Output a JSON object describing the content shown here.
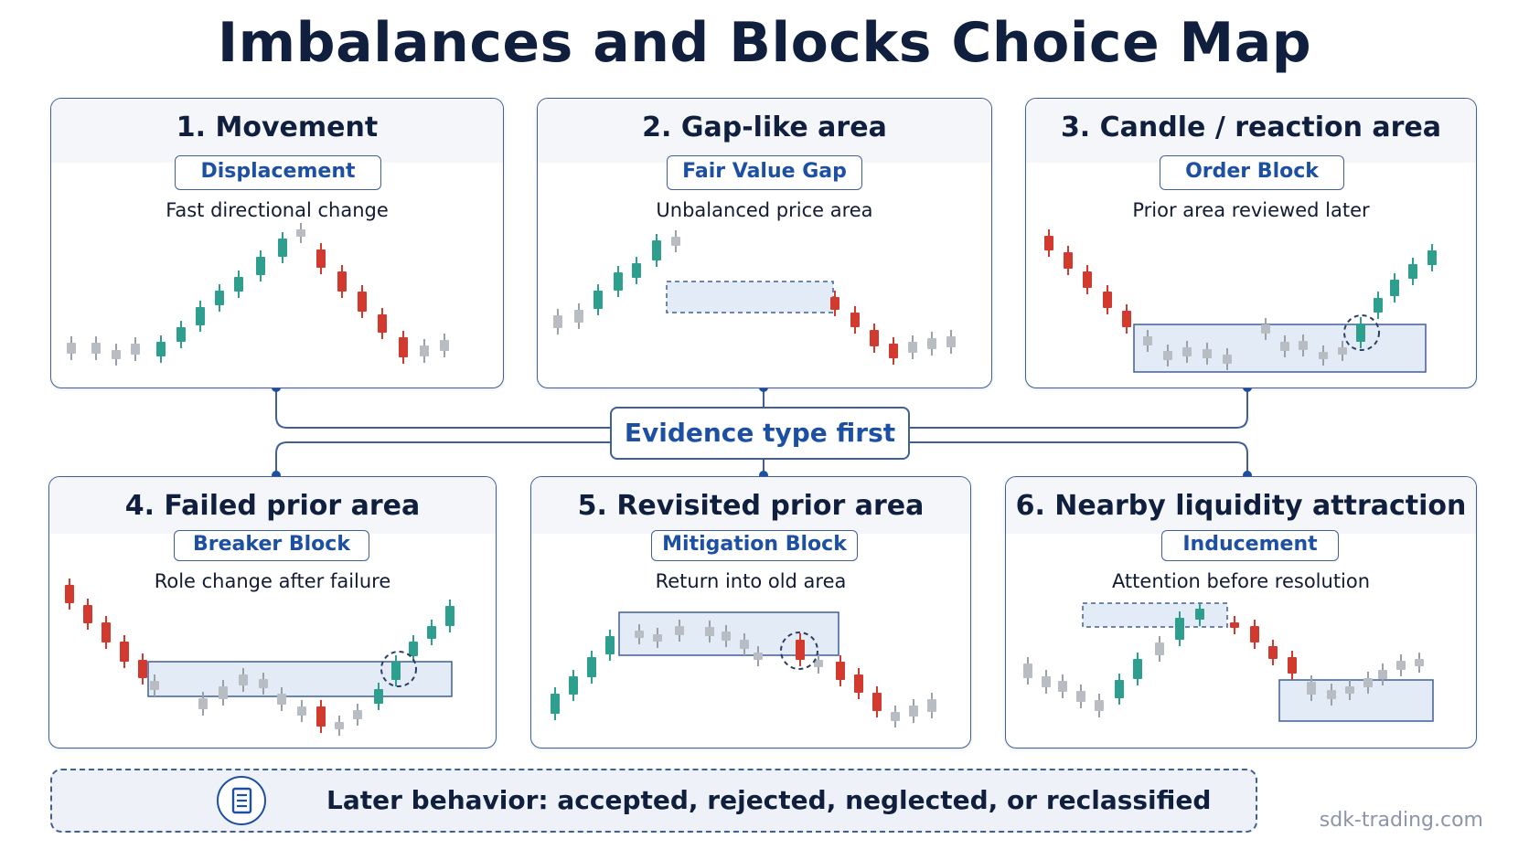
{
  "title": "Imbalances and Blocks Choice Map",
  "hub_label": "Evidence type first",
  "footer_text": "Later behavior: accepted, rejected, neglected, or reclassified",
  "footer_icon": "document-icon",
  "brand": "sdk-trading.com",
  "colors": {
    "navy": "#0f1f3d",
    "accent_blue": "#1d4fa3",
    "border": "#3f5f95",
    "bull_candle": "#2e9e8f",
    "bear_candle": "#d23a2f",
    "neutral_candle": "#b8bcc3",
    "zone_fill": "#e3ebf6"
  },
  "panels": [
    {
      "number": "1.",
      "title": "1. Movement",
      "badge": "Displacement",
      "desc": "Fast directional change"
    },
    {
      "number": "2.",
      "title": "2. Gap-like area",
      "badge": "Fair Value Gap",
      "desc": "Unbalanced price area"
    },
    {
      "number": "3.",
      "title": "3. Candle / reaction area",
      "badge": "Order Block",
      "desc": "Prior area reviewed later"
    },
    {
      "number": "4.",
      "title": "4. Failed prior area",
      "badge": "Breaker Block",
      "desc": "Role change after failure"
    },
    {
      "number": "5.",
      "title": "5. Revisited prior area",
      "badge": "Mitigation Block",
      "desc": "Return into old area"
    },
    {
      "number": "6.",
      "title": "6. Nearby liquidity attraction",
      "badge": "Inducement",
      "desc": "Attention before resolution"
    }
  ]
}
